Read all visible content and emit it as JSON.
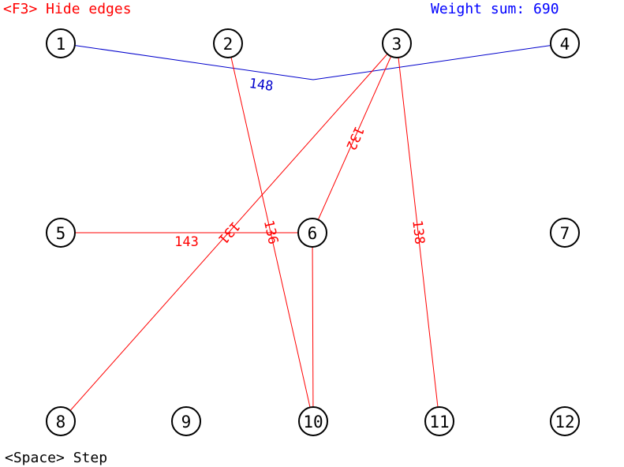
{
  "hud": {
    "hide_edges_hint": "<F3> Hide edges",
    "weight_sum": "Weight sum: 690",
    "step_hint": "<Space> Step"
  },
  "colors": {
    "selected_edge": "#0000cc",
    "candidate_edge": "#ff0000",
    "hint_text": "#ff0000",
    "weight_text": "#0000ff",
    "node_stroke": "#000000"
  },
  "nodes": [
    {
      "id": 1,
      "label": "1"
    },
    {
      "id": 2,
      "label": "2"
    },
    {
      "id": 3,
      "label": "3"
    },
    {
      "id": 4,
      "label": "4"
    },
    {
      "id": 5,
      "label": "5"
    },
    {
      "id": 6,
      "label": "6"
    },
    {
      "id": 7,
      "label": "7"
    },
    {
      "id": 8,
      "label": "8"
    },
    {
      "id": 9,
      "label": "9"
    },
    {
      "id": 10,
      "label": "10"
    },
    {
      "id": 11,
      "label": "11"
    },
    {
      "id": 12,
      "label": "12"
    }
  ],
  "edges": [
    {
      "from": 1,
      "to": 4,
      "weight": "148",
      "state": "selected"
    },
    {
      "from": 5,
      "to": 6,
      "weight": "143",
      "state": "candidate"
    },
    {
      "from": 3,
      "to": 6,
      "weight": "132",
      "state": "candidate"
    },
    {
      "from": 3,
      "to": 11,
      "weight": "138",
      "state": "candidate"
    },
    {
      "from": 3,
      "to": 8,
      "weight": "131",
      "state": "candidate"
    },
    {
      "from": 2,
      "to": 10,
      "weight": "136",
      "state": "candidate"
    },
    {
      "from": 6,
      "to": 10,
      "weight": "",
      "state": "candidate"
    }
  ]
}
